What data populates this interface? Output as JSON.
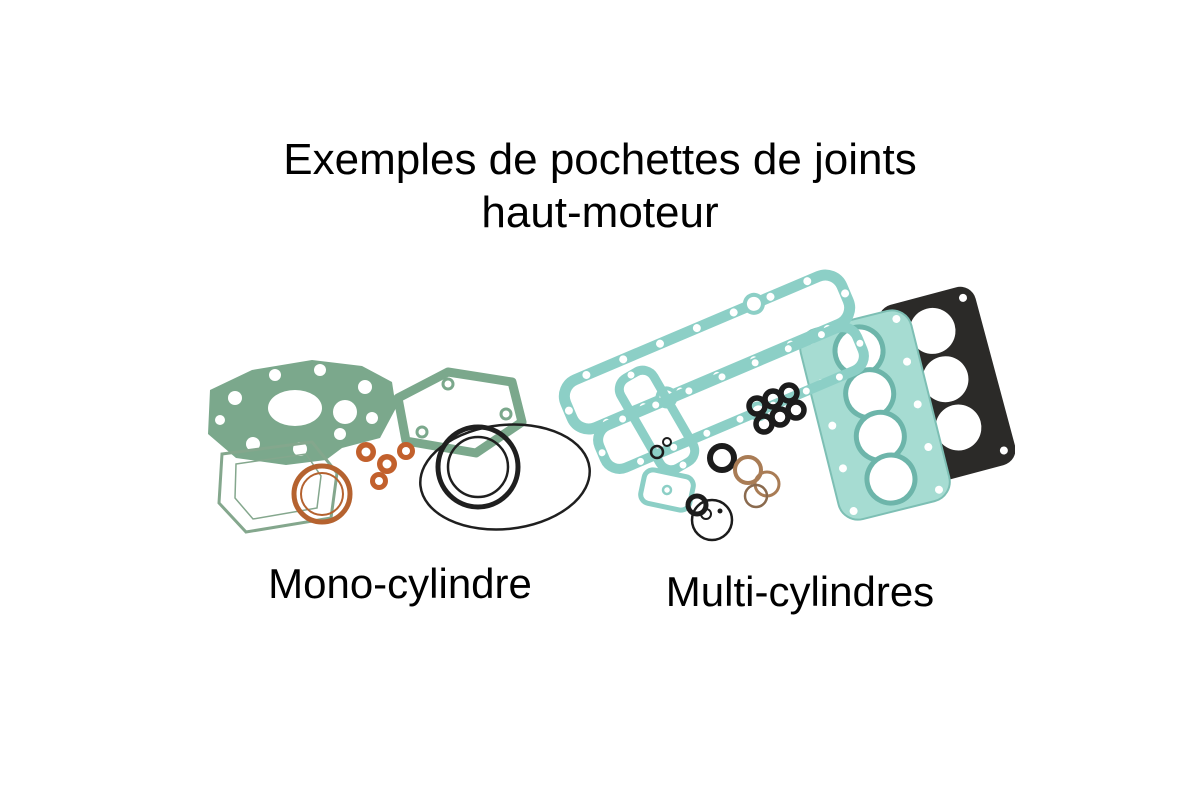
{
  "title": {
    "line1": "Exemples de pochettes de joints",
    "line2": "haut-moteur"
  },
  "captions": {
    "left": "Mono-cylindre",
    "right": "Multi-cylindres"
  },
  "figures": {
    "left_alt": "mono-cylinder top-end gasket set",
    "right_alt": "multi-cylinder top-end gasket set"
  },
  "colors": {
    "background": "#ffffff",
    "text": "#000000",
    "gasket_green": "#7ba88c",
    "gasket_teal": "#8ccfc6",
    "head_gasket_teal_fill": "#a6dcd2",
    "copper": "#b5622f",
    "copper_washer": "#c2602c",
    "rubber_black": "#1c1c1c",
    "metal_black": "#2b2a28"
  }
}
